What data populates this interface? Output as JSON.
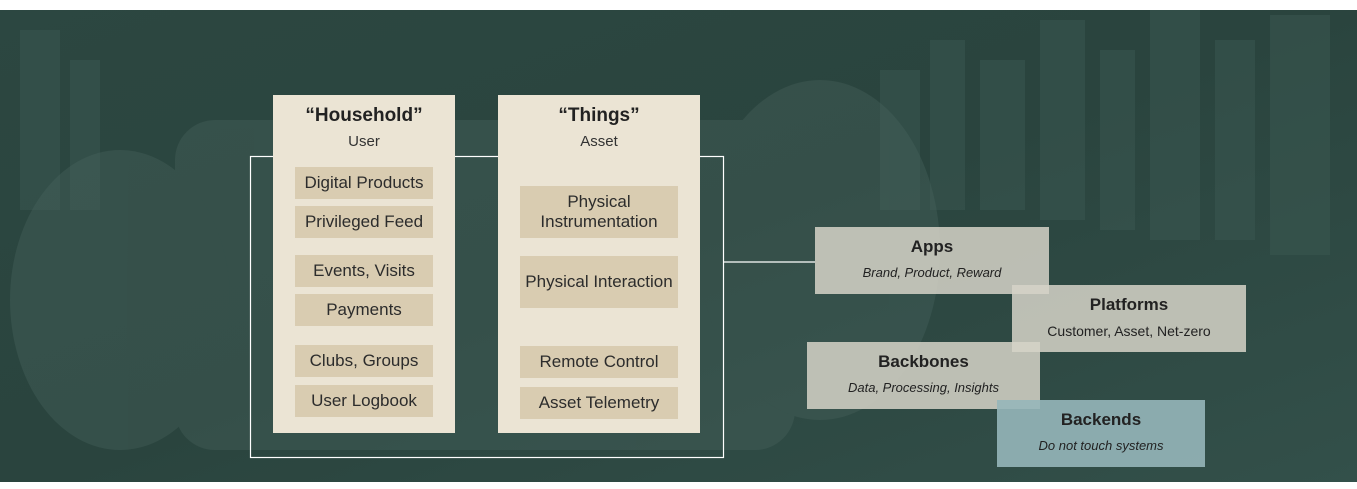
{
  "colors": {
    "background": "#2f4a42",
    "card": "#ebe4d4",
    "item": "#d9ccb1",
    "layer_light": "#c9cbc0",
    "layer_blue": "#8fb0b3",
    "connector": "#ffffff"
  },
  "household": {
    "title": "“Household”",
    "subtitle": "User",
    "items": [
      "Digital Products",
      "Privileged Feed",
      "Events, Visits",
      "Payments",
      "Clubs, Groups",
      "User Logbook"
    ]
  },
  "things": {
    "title": "“Things”",
    "subtitle": "Asset",
    "items": [
      "Physical Instrumentation",
      "Physical Interaction",
      "Remote Control",
      "Asset Telemetry"
    ]
  },
  "layers": {
    "apps": {
      "title": "Apps",
      "subtitle": "Brand, Product, Reward"
    },
    "platforms": {
      "title": "Platforms",
      "subtitle": "Customer, Asset, Net-zero"
    },
    "backbones": {
      "title": "Backbones",
      "subtitle": "Data, Processing, Insights"
    },
    "backends": {
      "title": "Backends",
      "subtitle": "Do not touch systems"
    }
  }
}
